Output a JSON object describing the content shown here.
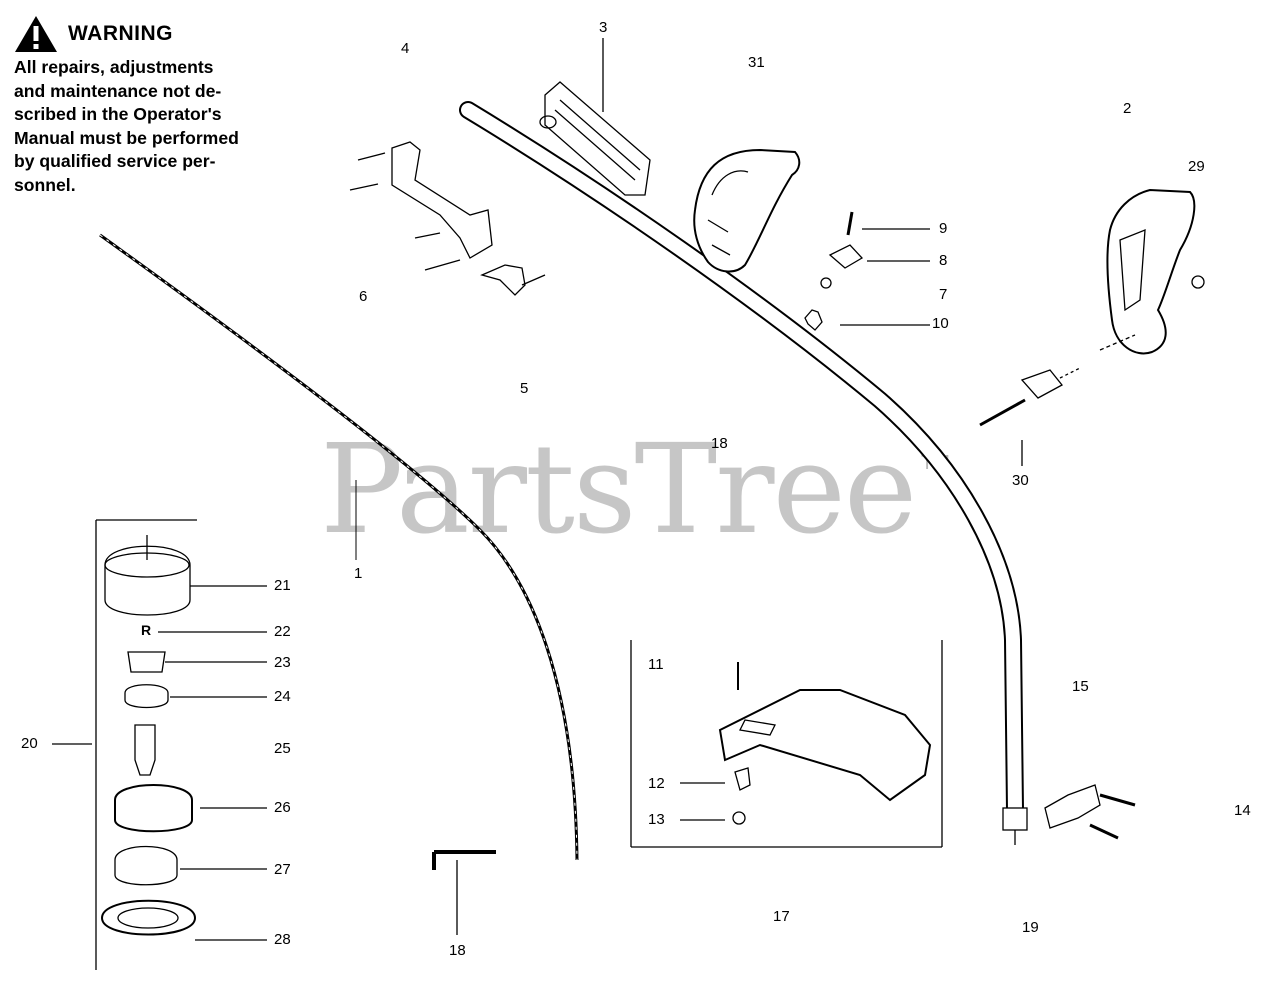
{
  "warning": {
    "title": "WARNING",
    "lines": [
      "All repairs, adjustments",
      "and maintenance not de-",
      "scribed in the Operator's",
      "Manual must be performed",
      "by qualified service per-",
      "sonnel."
    ]
  },
  "watermark": {
    "text": "PartsTree",
    "tm": "TM"
  },
  "labels": {
    "l1": "1",
    "l2": "2",
    "l3": "3",
    "l4": "4",
    "l5": "5",
    "l6": "6",
    "l7": "7",
    "l8": "8",
    "l9": "9",
    "l10": "10",
    "l11": "11",
    "l12": "12",
    "l13": "13",
    "l14": "14",
    "l15": "15",
    "l17": "17",
    "l18a": "18",
    "l18b": "18",
    "l19": "19",
    "l20": "20",
    "l21": "21",
    "l22": "22",
    "l23": "23",
    "l24": "24",
    "l25": "25",
    "l26": "26",
    "l27": "27",
    "l28": "28",
    "l29": "29",
    "l30": "30",
    "l31": "31",
    "part22_mark": "R"
  }
}
